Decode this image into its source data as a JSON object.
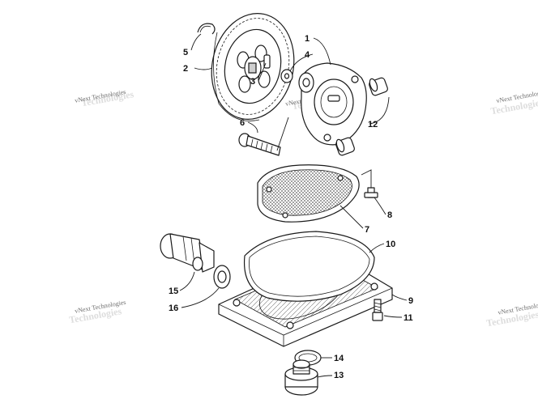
{
  "watermark": {
    "text": "vNext Technologies"
  },
  "callouts": {
    "c1": "1",
    "c2": "2",
    "c3": "3",
    "c4": "4",
    "c5": "5",
    "c6": "6",
    "c7": "7",
    "c8": "8",
    "c9": "9",
    "c10": "10",
    "c11": "11",
    "c12": "12",
    "c13": "13",
    "c14": "14",
    "c15": "15",
    "c16": "16"
  }
}
